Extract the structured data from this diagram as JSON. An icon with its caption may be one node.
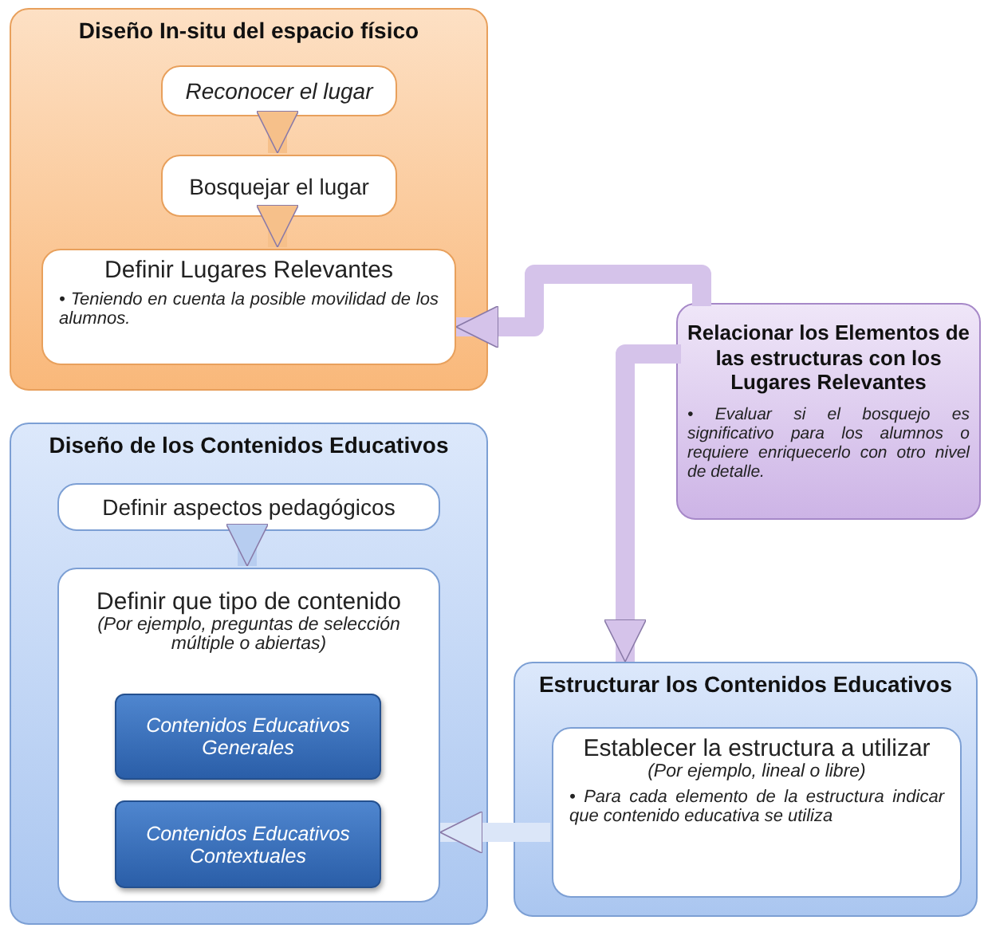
{
  "diagram": {
    "nodes": [
      {
        "text": [
          "Diseño In-situ del espacio físico"
        ]
      },
      {
        "text": [
          "Reconocer el lugar"
        ],
        "in": 0
      },
      {
        "text": [
          "Bosquejar el lugar"
        ],
        "in": 0
      },
      {
        "text": [
          "Definir Lugares Relevantes",
          "• Teniendo en cuenta la posible movilidad de los alumnos."
        ],
        "in": 0
      },
      {
        "text": [
          "Relacionar los Elementos de las estructuras con los Lugares Relevantes",
          "• Evaluar si el bosquejo es significativo para los alumnos o requiere enriquecerlo con otro nivel de detalle."
        ]
      },
      {
        "text": [
          "Diseño de los Contenidos Educativos"
        ]
      },
      {
        "text": [
          "Definir aspectos pedagógicos"
        ],
        "in": 5
      },
      {
        "text": [
          "Definir que tipo de contenido",
          "(Por ejemplo, preguntas de selección múltiple o abiertas)"
        ],
        "in": 5
      },
      {
        "text": [
          "Contenidos Educativos Generales"
        ],
        "in": 7
      },
      {
        "text": [
          "Contenidos Educativos Contextuales"
        ],
        "in": 7
      },
      {
        "text": [
          "Estructurar los Contenidos Educativos"
        ]
      },
      {
        "text": [
          "Establecer la estructura a utilizar",
          "(Por ejemplo, lineal o libre)",
          "• Para cada elemento de la estructura indicar que contenido educativa se utiliza"
        ],
        "in": 10
      }
    ],
    "edges": [
      {
        "from": 1,
        "to": 2,
        "arrow": "to",
        "color": "#f6c08a"
      },
      {
        "from": 2,
        "to": 3,
        "arrow": "to",
        "color": "#f6c08a"
      },
      {
        "from": 4,
        "to": 3,
        "arrow": "to",
        "color": "#d5c3ea"
      },
      {
        "from": 4,
        "to": 10,
        "arrow": "to",
        "color": "#d5c3ea"
      },
      {
        "from": 6,
        "to": 7,
        "arrow": "to",
        "color": "#b7cdf0"
      },
      {
        "from": 11,
        "to": 7,
        "arrow": "to",
        "color": "#dbe6f8"
      }
    ]
  }
}
